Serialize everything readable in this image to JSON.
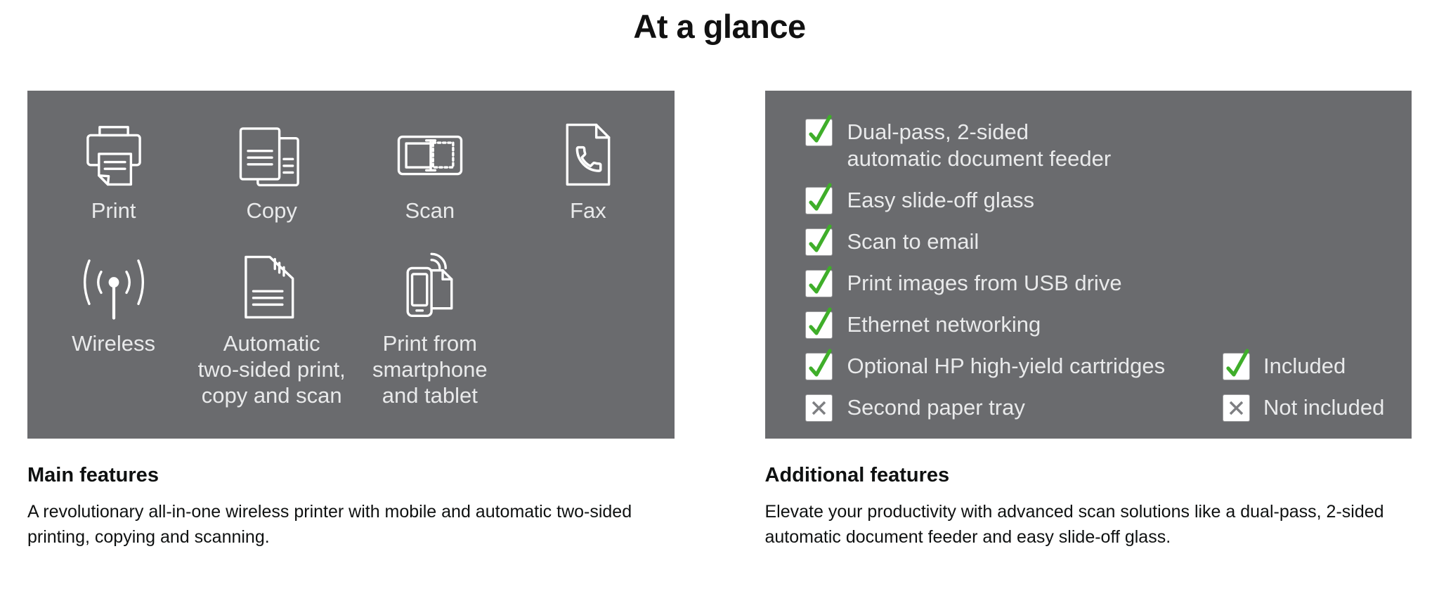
{
  "page": {
    "title": "At a glance"
  },
  "colors": {
    "panel_bg": "#6a6b6e",
    "panel_text": "#e9eaeb",
    "check_green": "#3fae2a",
    "x_gray": "#7e7f82",
    "heading_text": "#0f1111"
  },
  "main_panel": {
    "icons": [
      {
        "name": "print-icon",
        "label": "Print"
      },
      {
        "name": "copy-icon",
        "label": "Copy"
      },
      {
        "name": "scan-icon",
        "label": "Scan"
      },
      {
        "name": "fax-icon",
        "label": "Fax"
      },
      {
        "name": "wireless-icon",
        "label": "Wireless"
      },
      {
        "name": "two-sided-icon",
        "label": "Automatic\ntwo-sided print,\ncopy and scan"
      },
      {
        "name": "mobile-print-icon",
        "label": "Print from\nsmartphone\nand tablet"
      }
    ],
    "heading": "Main features",
    "description": "A revolutionary all-in-one wireless printer with mobile and automatic two-sided printing, copying and scanning."
  },
  "additional_panel": {
    "items": [
      {
        "label": "Dual-pass, 2-sided\nautomatic document feeder",
        "included": true
      },
      {
        "label": "Easy slide-off glass",
        "included": true
      },
      {
        "label": "Scan to email",
        "included": true
      },
      {
        "label": "Print images from USB drive",
        "included": true
      },
      {
        "label": "Ethernet networking",
        "included": true
      },
      {
        "label": "Optional HP high-yield cartridges",
        "included": true
      },
      {
        "label": "Second paper tray",
        "included": false
      }
    ],
    "legend": [
      {
        "label": "Included",
        "included": true
      },
      {
        "label": "Not included",
        "included": false
      }
    ],
    "heading": "Additional features",
    "description": "Elevate your productivity with advanced scan solutions like a dual-pass, 2-sided automatic document feeder and easy slide-off glass."
  }
}
